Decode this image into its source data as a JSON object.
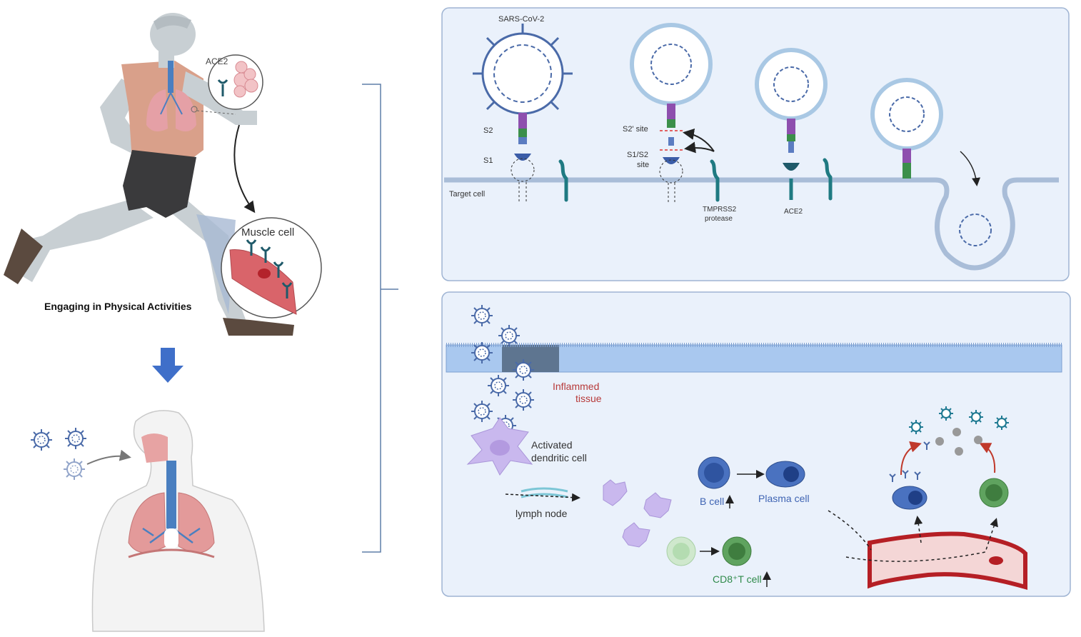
{
  "left_panel": {
    "activity_caption": "Engaging in Physical Activities",
    "ace2_lung_label": "ACE2",
    "muscle_cell_label": "Muscle cell"
  },
  "top_panel": {
    "virus_title": "SARS-CoV-2",
    "s2_label": "S2",
    "s1_label": "S1",
    "target_cell_label": "Target cell",
    "s2prime_site_label": "S2' site",
    "s1s2_site_label_1": "S1/S2",
    "s1s2_site_label_2": "site",
    "tmprss2_label_1": "TMPRSS2",
    "tmprss2_label_2": "protease",
    "ace2_label": "ACE2"
  },
  "bottom_panel": {
    "inflamed_label_1": "Inflammed",
    "inflamed_label_2": "tissue",
    "dendritic_label_1": "Activated",
    "dendritic_label_2": "dendritic cell",
    "lymph_node_label": "lymph node",
    "b_cell_label": "B cell",
    "plasma_cell_label": "Plasma cell",
    "cd8_label": "CD8⁺T cell"
  },
  "colors": {
    "panel_bg": "#eaf1fb",
    "panel_border": "#9fb4d3",
    "virus_blue": "#4a6aa8",
    "epithelium": "#a9c8ef",
    "vessel_red": "#b51f25",
    "arrow_blue": "#3f6fc9"
  }
}
